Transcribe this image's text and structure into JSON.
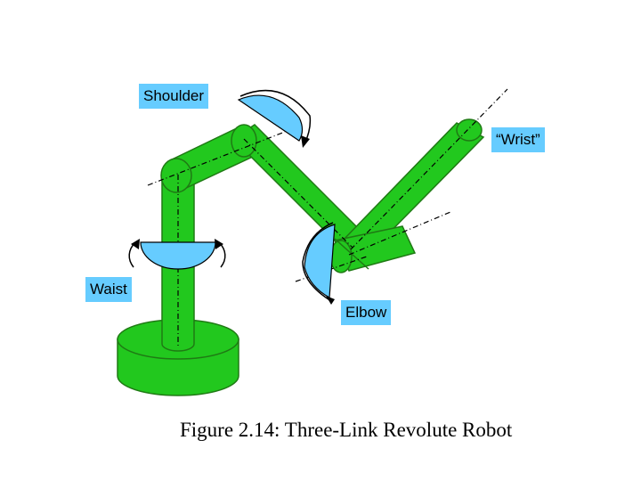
{
  "labels": {
    "shoulder": "Shoulder",
    "wrist": "“Wrist”",
    "waist": "Waist",
    "elbow": "Elbow"
  },
  "caption": "Figure 2.14:  Three-Link Revolute Robot",
  "colors": {
    "link": "#22c81e",
    "link_outline": "#1f7a14",
    "joint_indicator": "#66ccff",
    "axis_line": "#000000"
  }
}
